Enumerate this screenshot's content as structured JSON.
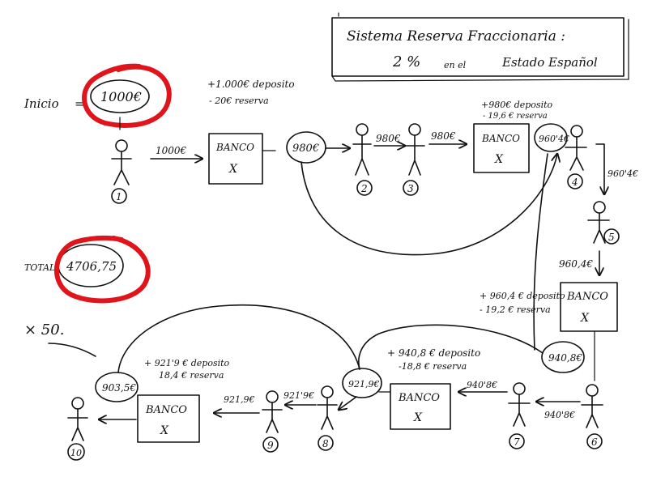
{
  "title": {
    "line1": "Sistema Reserva Fraccionaria :",
    "line2_a": "2 %",
    "line2_b": "en el",
    "line2_c": "Estado Español"
  },
  "inicio": {
    "label": "Inicio",
    "eq": "=",
    "amount": "1000€"
  },
  "total": {
    "label": "TOTAL",
    "amount": "4706,75"
  },
  "multiplier": "× 50.",
  "notes": {
    "first_deposit": "+1.000€ deposito",
    "first_reserve": "- 20€ reserva",
    "second_deposit": "+980€ deposito",
    "second_reserve": "- 19,6 € reserva",
    "third_deposit": "+ 960,4 € deposito",
    "third_reserve": "- 19,2 € reserva",
    "fourth_deposit": "+ 940,8 € deposito",
    "fourth_reserve": "-18,8 € reserva",
    "fifth_deposit": "+ 921'9 € deposito",
    "fifth_reserve": "18,4 € reserva"
  },
  "bank": {
    "label": "BANCO",
    "mark": "X"
  },
  "amounts": {
    "a1": "1000€",
    "c1": "980€",
    "a2": "980€",
    "a3": "980€",
    "c2": "960'4€",
    "a4": "960'4€",
    "a5": "960,4€",
    "c3": "940,8€",
    "a6": "940'8€",
    "a7": "940'8€",
    "c4": "921,9€",
    "a8": "921'9€",
    "a9": "921,9€",
    "c5": "903,5€"
  },
  "people": [
    "1",
    "2",
    "3",
    "4",
    "5",
    "6",
    "7",
    "8",
    "9",
    "10"
  ]
}
